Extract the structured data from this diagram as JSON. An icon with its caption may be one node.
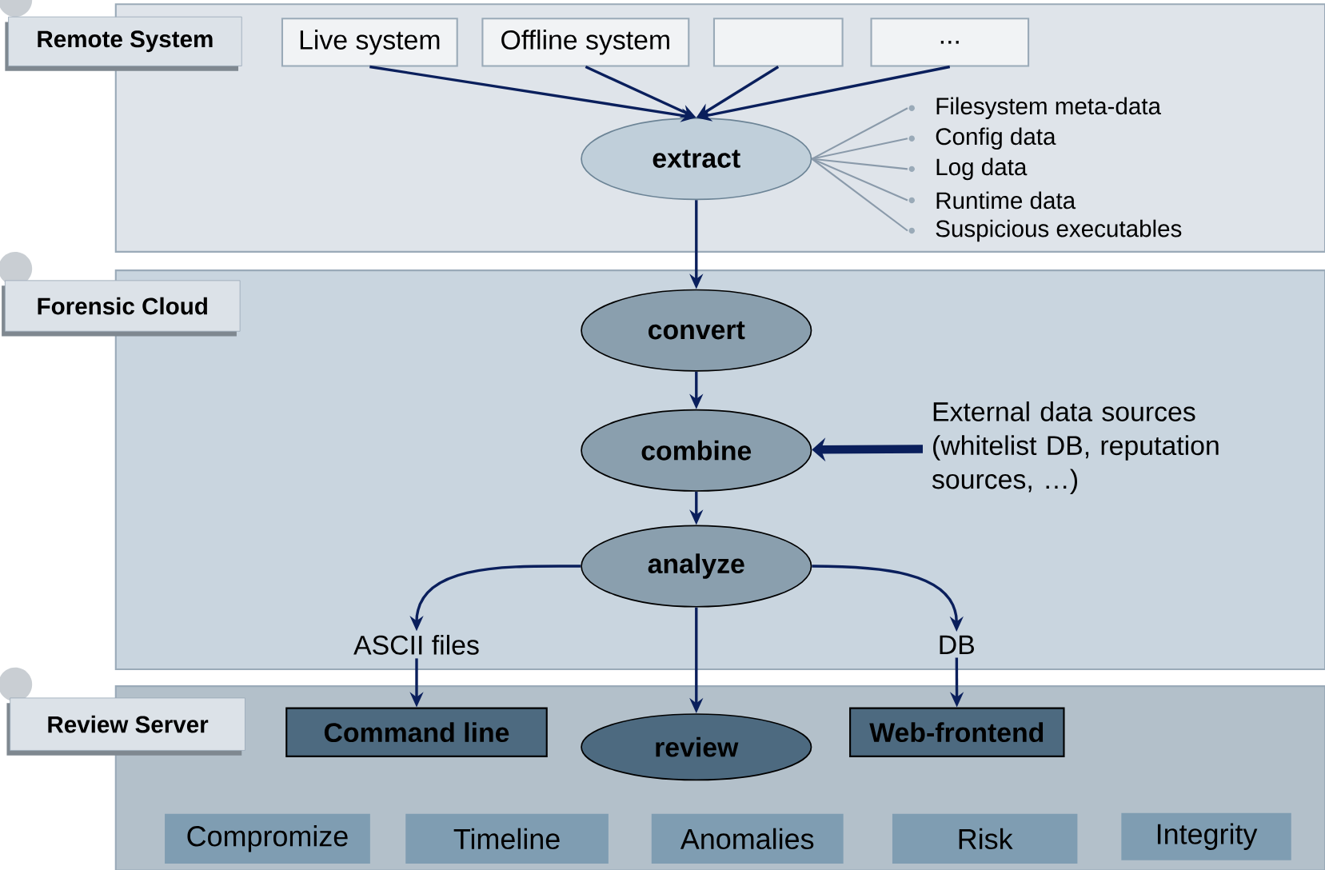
{
  "diagram": {
    "nodes": [
      {
        "text": [
          "Remote System"
        ]
      },
      {
        "text": [
          "Live system"
        ],
        "in": 0
      },
      {
        "text": [
          "Offline system"
        ],
        "in": 0
      },
      {
        "text": [],
        "shape": "box",
        "in": 0
      },
      {
        "text": [
          "..."
        ],
        "in": 0
      },
      {
        "text": [
          "extract"
        ],
        "in": 0
      },
      {
        "text": [
          "Filesystem meta-data"
        ],
        "in": 0
      },
      {
        "text": [
          "Config data"
        ],
        "in": 0
      },
      {
        "text": [
          "Log data"
        ],
        "in": 0
      },
      {
        "text": [
          "Runtime data"
        ],
        "in": 0
      },
      {
        "text": [
          "Suspicious executables"
        ],
        "in": 0
      },
      {
        "text": [
          "Forensic Cloud"
        ]
      },
      {
        "text": [
          "convert"
        ],
        "in": 11
      },
      {
        "text": [
          "combine"
        ],
        "in": 11
      },
      {
        "text": [
          "External data sources (whitelist DB, reputation sources, …)"
        ],
        "in": 11
      },
      {
        "text": [
          "analyze"
        ],
        "in": 11
      },
      {
        "text": [
          "ASCII files"
        ],
        "in": 11
      },
      {
        "text": [
          "DB"
        ],
        "in": 11
      },
      {
        "text": [
          "Review Server"
        ]
      },
      {
        "text": [
          "Command line"
        ],
        "in": 18
      },
      {
        "text": [
          "review"
        ],
        "in": 18
      },
      {
        "text": [
          "Web-frontend"
        ],
        "in": 18
      },
      {
        "text": [
          "Compromize"
        ],
        "in": 18
      },
      {
        "text": [
          "Timeline"
        ],
        "in": 18
      },
      {
        "text": [
          "Anomalies"
        ],
        "in": 18
      },
      {
        "text": [
          "Risk"
        ],
        "in": 18
      },
      {
        "text": [
          "Integrity"
        ],
        "in": 18
      }
    ],
    "edges": [
      {
        "from": 1,
        "to": 5,
        "arrow": "to"
      },
      {
        "from": 2,
        "to": 5,
        "arrow": "to"
      },
      {
        "from": 3,
        "to": 5,
        "arrow": "to"
      },
      {
        "from": 4,
        "to": 5,
        "arrow": "to"
      },
      {
        "from": 5,
        "to": 6,
        "arrow": "none",
        "color": "#8a9aaa"
      },
      {
        "from": 5,
        "to": 7,
        "arrow": "none",
        "color": "#8a9aaa"
      },
      {
        "from": 5,
        "to": 8,
        "arrow": "none",
        "color": "#8a9aaa"
      },
      {
        "from": 5,
        "to": 9,
        "arrow": "none",
        "color": "#8a9aaa"
      },
      {
        "from": 5,
        "to": 10,
        "arrow": "none",
        "color": "#8a9aaa"
      },
      {
        "from": 5,
        "to": 12,
        "arrow": "to"
      },
      {
        "from": 12,
        "to": 13,
        "arrow": "to"
      },
      {
        "from": 14,
        "to": 13,
        "arrow": "to",
        "style": "thick"
      },
      {
        "from": 13,
        "to": 15,
        "arrow": "to"
      },
      {
        "from": 15,
        "to": 16,
        "arrow": "to"
      },
      {
        "from": 15,
        "to": 17,
        "arrow": "to"
      },
      {
        "from": 15,
        "to": 20,
        "arrow": "to"
      },
      {
        "from": 16,
        "to": 19,
        "arrow": "to"
      },
      {
        "from": 17,
        "to": 21,
        "arrow": "to"
      }
    ]
  }
}
